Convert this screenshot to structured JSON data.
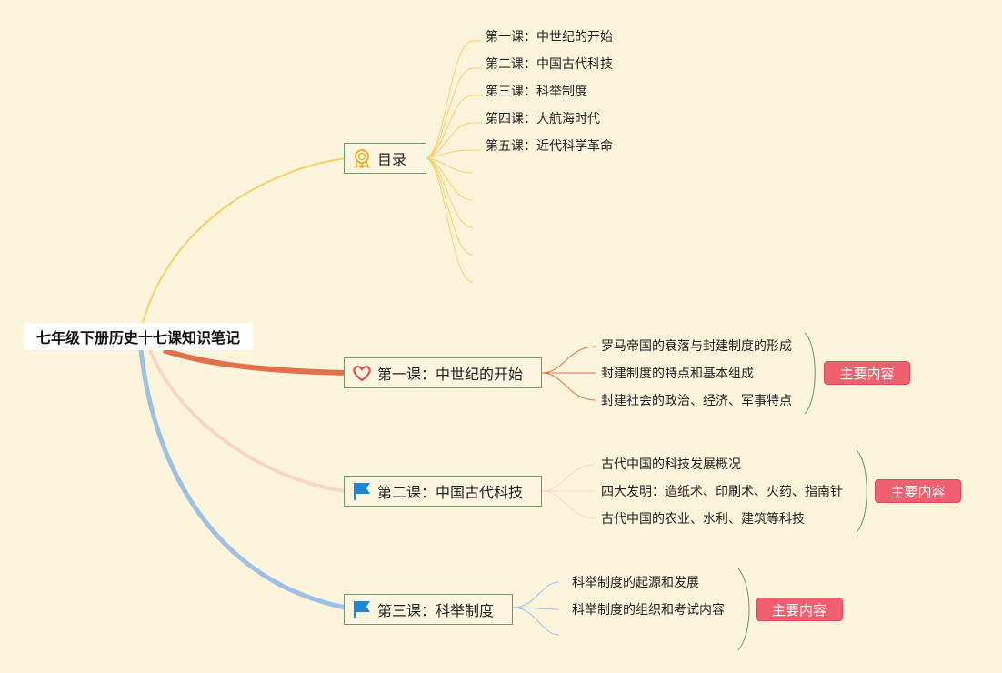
{
  "root": {
    "title": "七年级下册历史十七课知识笔记"
  },
  "toc": {
    "label": "目录",
    "icon": "medal-icon",
    "items": [
      "第一课：中世纪的开始",
      "第二课：中国古代科技",
      "第三课：科举制度",
      "第四课：大航海时代",
      "第五课：近代科学革命"
    ]
  },
  "lessons": [
    {
      "label": "第一课：中世纪的开始",
      "icon": "heart-icon",
      "points": [
        "罗马帝国的衰落与封建制度的形成",
        "封建制度的特点和基本组成",
        "封建社会的政治、经济、军事特点"
      ],
      "summary": "主要内容"
    },
    {
      "label": "第二课：中国古代科技",
      "icon": "flag-icon",
      "points": [
        "古代中国的科技发展概况",
        "四大发明：造纸术、印刷术、火药、指南针",
        "古代中国的农业、水利、建筑等科技"
      ],
      "summary": "主要内容"
    },
    {
      "label": "第三课：科举制度",
      "icon": "flag-icon",
      "points": [
        "科举制度的起源和发展",
        "科举制度的组织和考试内容"
      ],
      "summary": "主要内容"
    }
  ],
  "colors": {
    "background": "#fdf4dc",
    "toc_line": "#f5cf6a",
    "lesson1_line": "#e0714a",
    "lesson2_line": "#f6d6c4",
    "lesson3_line": "#9ec0e6",
    "bracket": "#5d9a6e",
    "badge": "#f0606e",
    "flag": "#1e86d8",
    "heart": "#d9473c",
    "medal": "#e6b22e"
  }
}
